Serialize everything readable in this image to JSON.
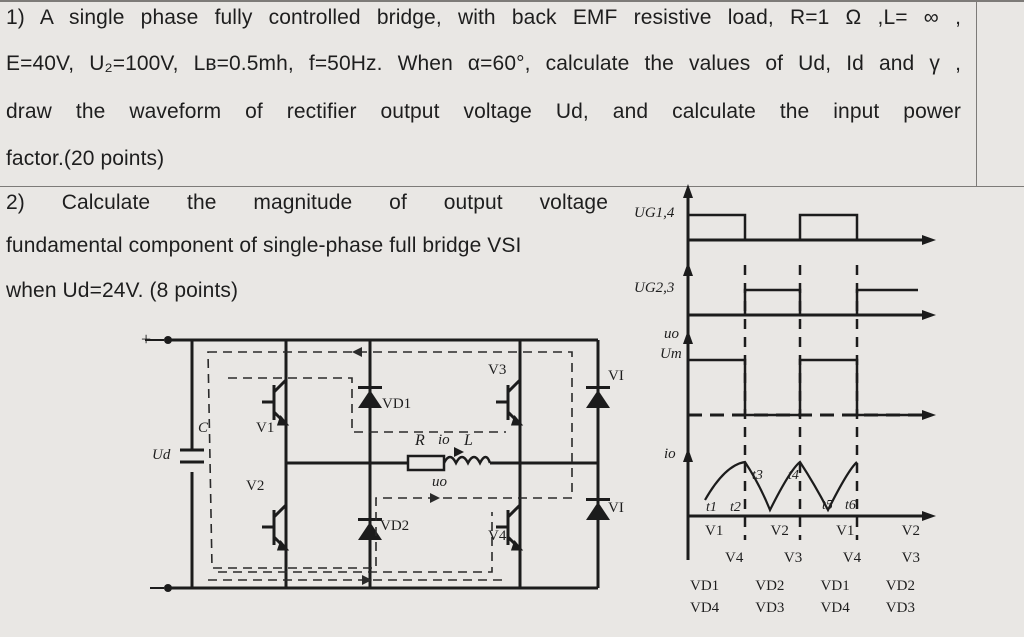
{
  "question": {
    "q1": {
      "line1": "1) A single phase fully controlled bridge, with back EMF resistive load, R=1 Ω ,L= ∞ ,",
      "line2": "E=40V, U₂=100V, Lʙ=0.5mh, f=50Hz. When α=60°, calculate the values of Ud, Id and γ ,",
      "line3": "draw the waveform of rectifier output voltage Ud, and calculate the input power",
      "line4": "factor.(20 points)"
    },
    "q2": {
      "line1": "2) Calculate the magnitude of output voltage",
      "line2": "fundamental component of single-phase full bridge VSI",
      "line3": "when Ud=24V. (8 points)"
    }
  },
  "circuit": {
    "plus": "+",
    "ud": "Ud",
    "cap": "C",
    "v1": "V1",
    "v2": "V2",
    "v3": "V3",
    "v4": "V4",
    "vd1": "VD1",
    "vd2": "VD2",
    "vd3": "VI",
    "vd4": "VI",
    "r": "R",
    "io": "io",
    "l": "L",
    "uo": "uo"
  },
  "waveform": {
    "ug14": "UG1,4",
    "ug23": "UG2,3",
    "uo": "uo",
    "um": "Um",
    "io": "io",
    "t1": "t1",
    "t2": "t2",
    "t3": "t3",
    "t4": "t4",
    "t5": "t5",
    "t6": "t6",
    "cond_row1": [
      "V1",
      "V2",
      "V1",
      "V2"
    ],
    "cond_row2": [
      "V4",
      "V3",
      "V4",
      "V3"
    ],
    "cond_row3": [
      "VD1",
      "VD2",
      "VD1",
      "VD2"
    ],
    "cond_row4": [
      "VD4",
      "VD3",
      "VD4",
      "VD3"
    ]
  }
}
